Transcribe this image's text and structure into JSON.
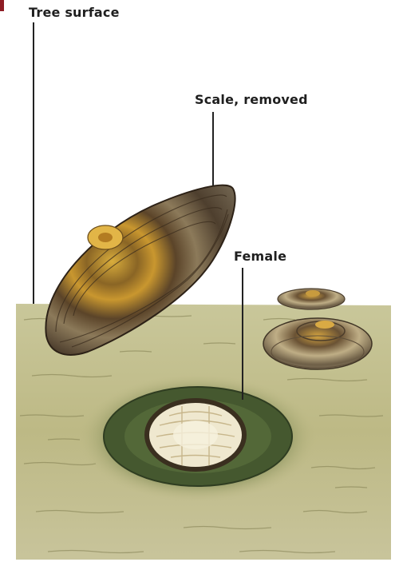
{
  "labels": {
    "tree_surface": "Tree surface",
    "scale_removed": "Scale, removed",
    "female": "Female"
  },
  "colors": {
    "surface": "#b8b480",
    "scale_dark": "#4b3a27",
    "scale_gold": "#c9972f",
    "female_rim": "#43552e",
    "female_body": "#efe8cf",
    "leader_line": "#222222"
  }
}
